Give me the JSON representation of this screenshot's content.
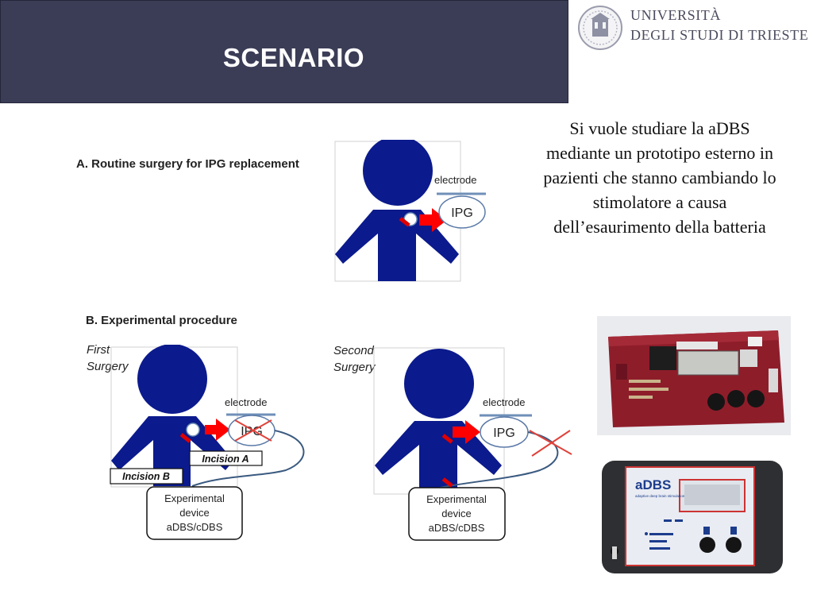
{
  "slide": {
    "title": "SCENARIO"
  },
  "university": {
    "line1": "UNIVERSITÀ",
    "line2": "DEGLI STUDI DI TRIESTE"
  },
  "description": "Si vuole studiare la aDBS mediante un prototipo esterno in pazienti che stanno cambiando lo stimolatore a causa dell’esaurimento della batteria",
  "section_a": {
    "label": "A. Routine surgery for  IPG replacement",
    "electrode": "electrode",
    "ipg": "IPG"
  },
  "section_b": {
    "label": "B. Experimental procedure",
    "first_surgery": "First\nSurgery",
    "second_surgery": "Second\nSurgery",
    "electrode": "electrode",
    "ipg": "IPG",
    "incision_a": "Incision A",
    "incision_b": "Incision B",
    "device_line1": "Experimental",
    "device_line2": "device",
    "device_line3": "aDBS/cDBS"
  },
  "adbs_device": {
    "brand": "aDBS",
    "subtitle": "adaptive deep brain stimulation"
  },
  "colors": {
    "header": "#3b3d57",
    "figure_blue": "#0b1a8c",
    "arrow_red": "#ff0000",
    "cross_red": "#e0423a",
    "wire": "#3b5a80",
    "electrode": "#6f8fb8"
  }
}
